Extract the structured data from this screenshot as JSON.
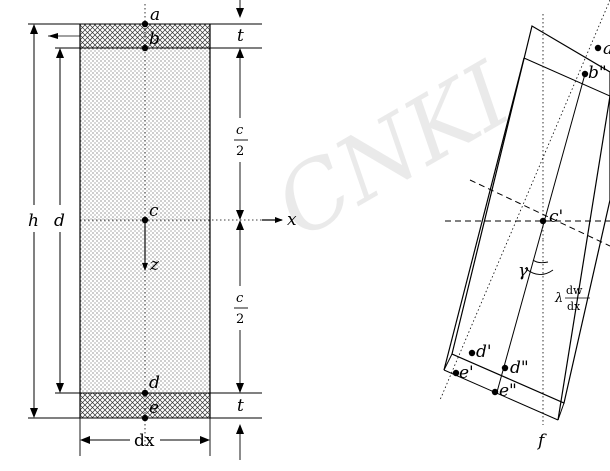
{
  "watermark": "CNKI",
  "left_figure": {
    "point_a": "a",
    "point_b": "b",
    "point_c": "c",
    "point_d": "d",
    "point_e": "e",
    "height_h": "h",
    "depth_d": "d",
    "thickness_top": "t",
    "thickness_bottom": "t",
    "half_core_top_num": "c",
    "half_core_top_den": "2",
    "half_core_bottom_num": "c",
    "half_core_bottom_den": "2",
    "axis_x": "x",
    "axis_z": "z",
    "width_dx": "dx"
  },
  "right_figure": {
    "point_b_dd": "b\"",
    "point_c_p": "c'",
    "point_d_p": "d'",
    "point_d_dd": "d\"",
    "point_e_p": "e'",
    "point_e_dd": "e\"",
    "point_f": "f",
    "point_top_cut": "a'",
    "gamma": "γ",
    "lambda": "λ",
    "frac_num": "dw",
    "frac_den": "dx"
  }
}
